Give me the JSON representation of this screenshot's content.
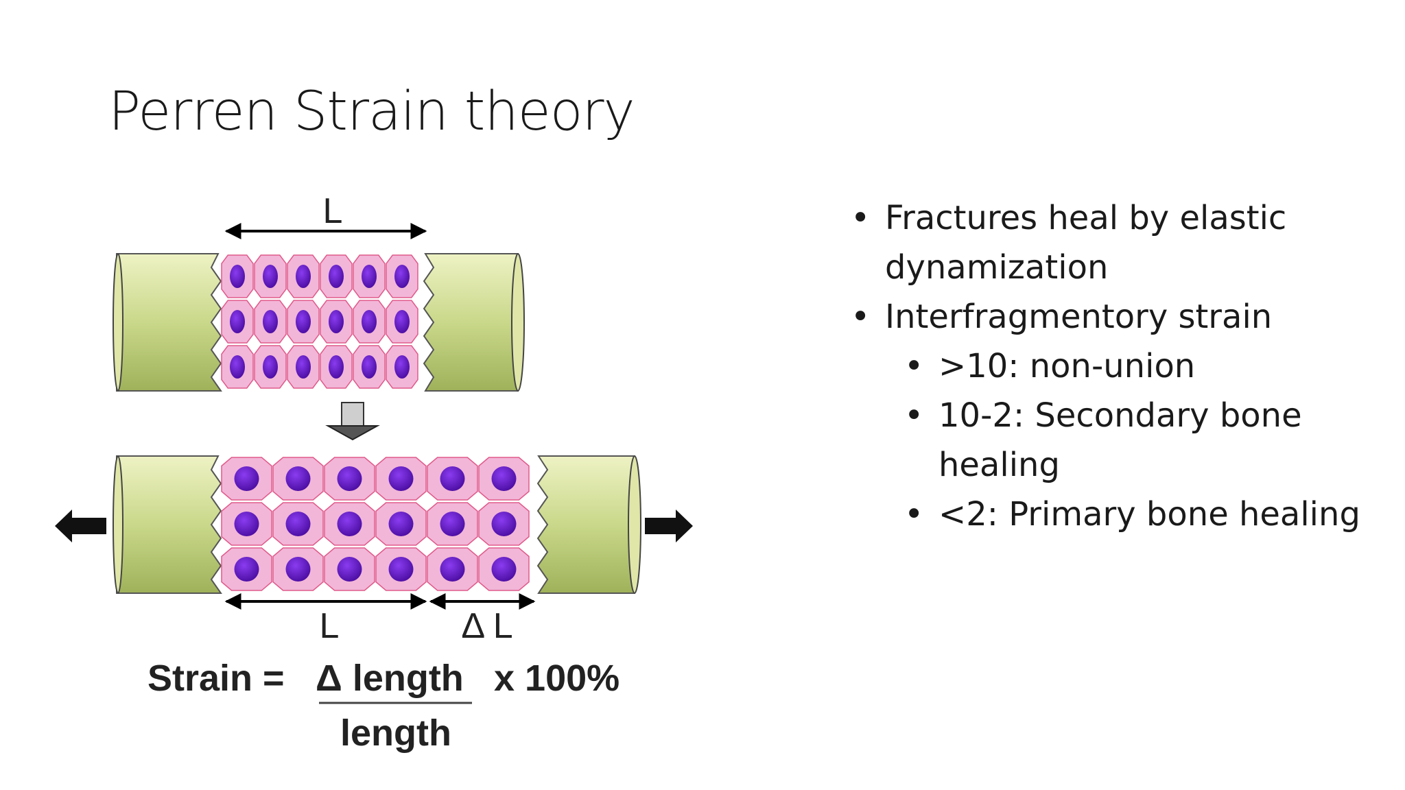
{
  "slide": {
    "title": "Perren Strain theory"
  },
  "figure": {
    "top_label": "L",
    "bottom_label_l": "L",
    "bottom_label_delta": "Δ L",
    "formula_lhs": "Strain =",
    "formula_numerator": "Δ length",
    "formula_multiplier": "x 100%",
    "formula_denominator": "length",
    "colors": {
      "bone": "#c9d88a",
      "cell": "#f2b6d8",
      "nucleus": "#6a1ccf",
      "border": "#e05a8a"
    }
  },
  "bullets": [
    {
      "level": 1,
      "text": "Fractures heal by elastic dynamization"
    },
    {
      "level": 1,
      "text": "Interfragmentory strain"
    },
    {
      "level": 2,
      "text": ">10: non-union"
    },
    {
      "level": 2,
      "text": "10-2: Secondary bone healing"
    },
    {
      "level": 2,
      "text": "<2: Primary bone healing"
    }
  ]
}
